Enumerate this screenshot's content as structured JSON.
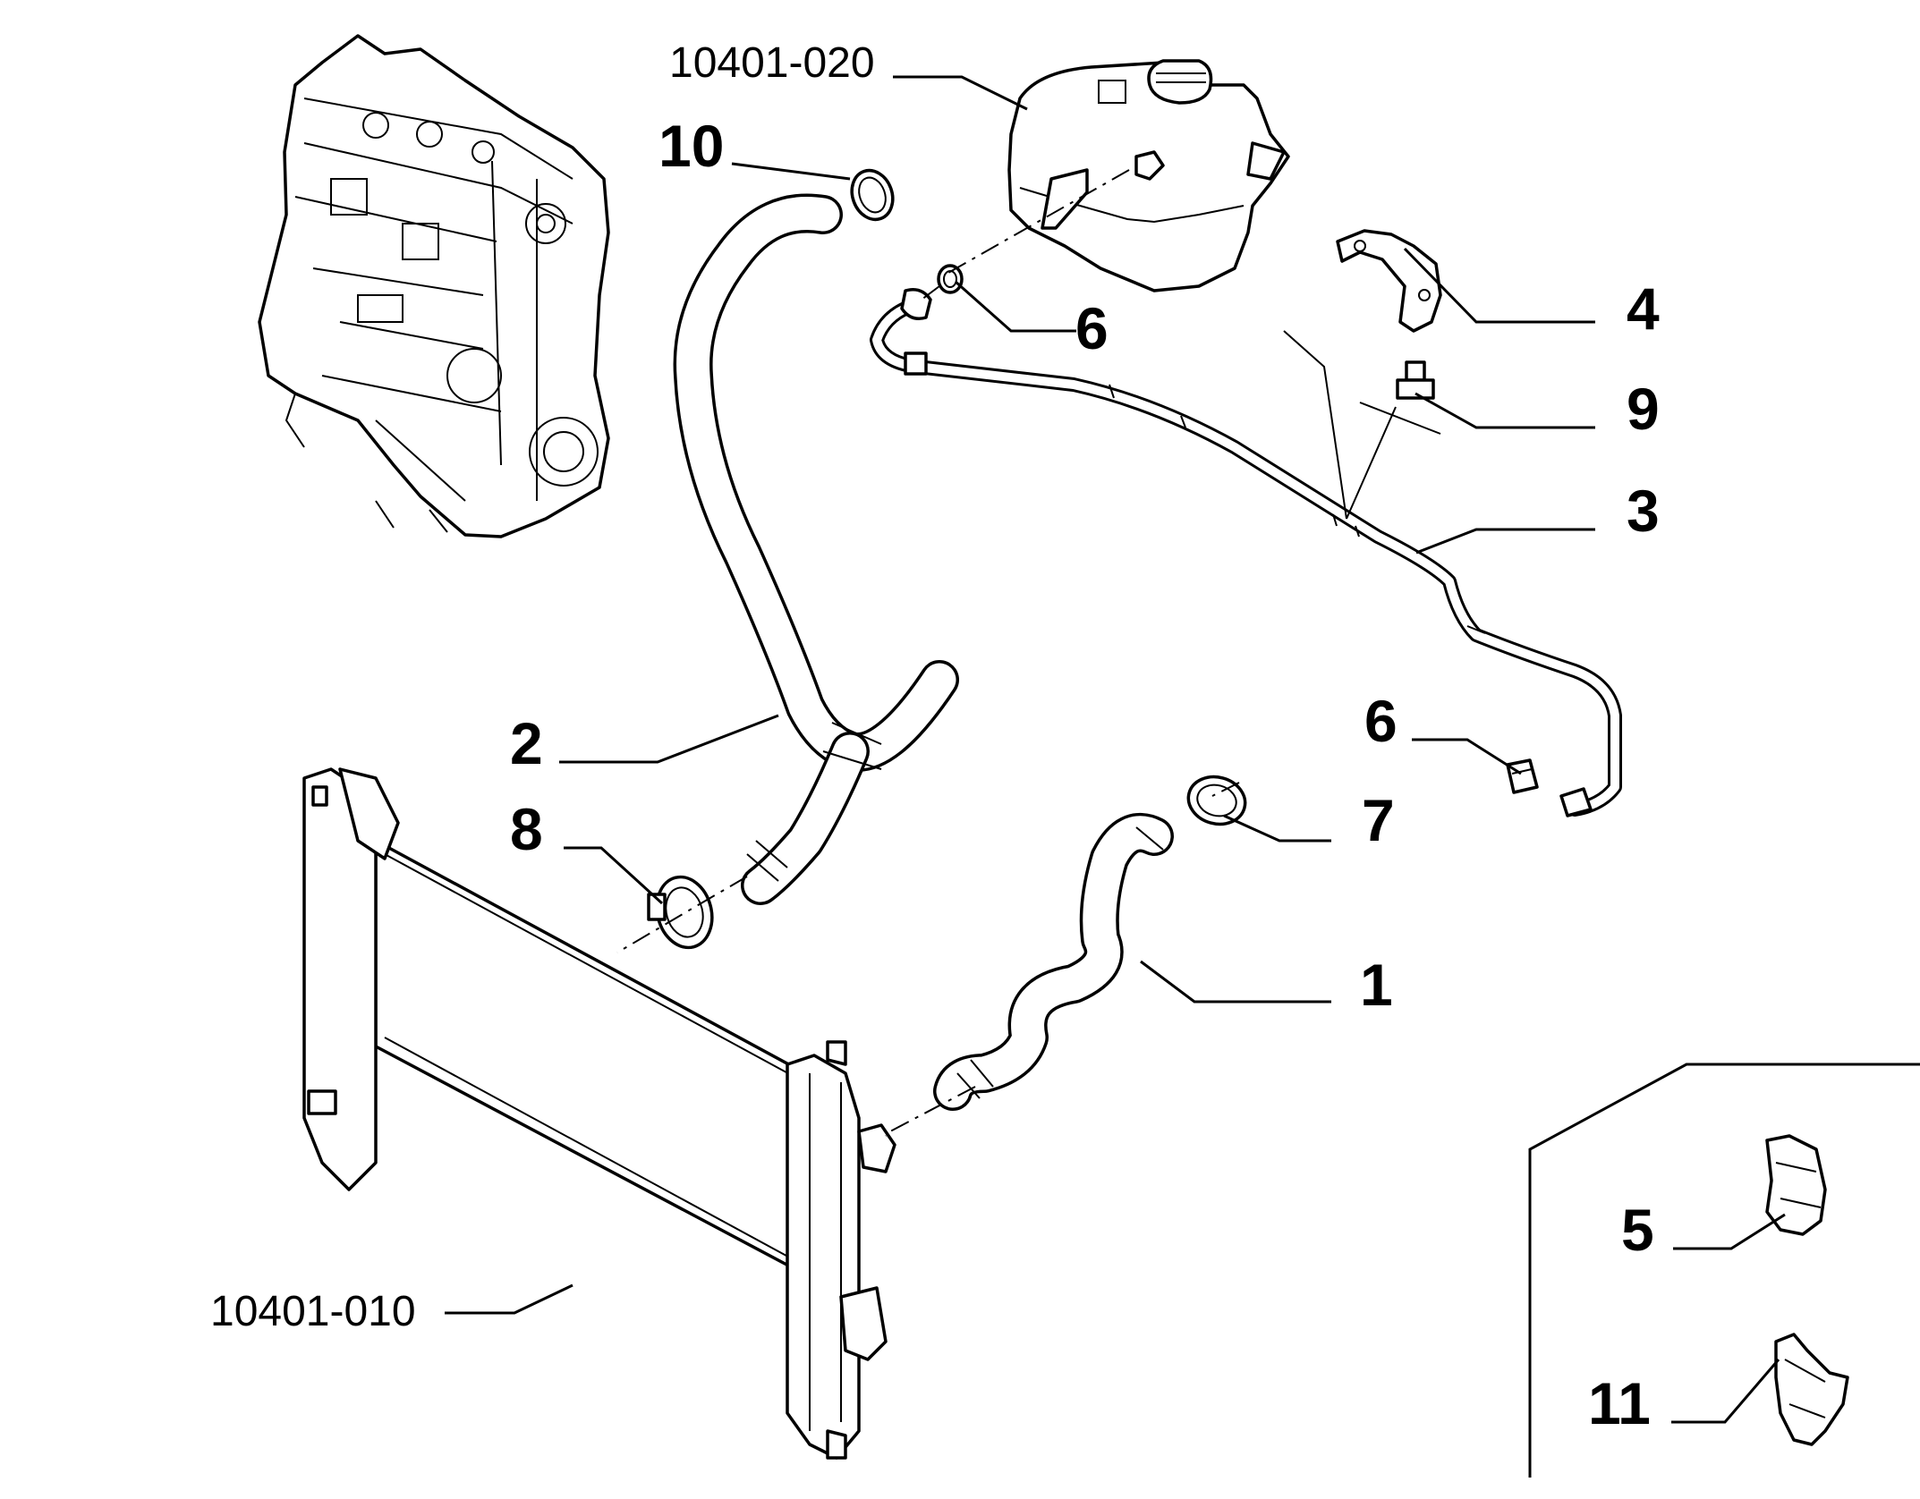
{
  "callouts": {
    "ref_tank": "10401-020",
    "ref_radiator": "10401-010",
    "p1": "1",
    "p2": "2",
    "p3": "3",
    "p4": "4",
    "p5": "5",
    "p6_upper": "6",
    "p6_lower": "6",
    "p7": "7",
    "p8": "8",
    "p9": "9",
    "p10": "10",
    "p11": "11"
  }
}
